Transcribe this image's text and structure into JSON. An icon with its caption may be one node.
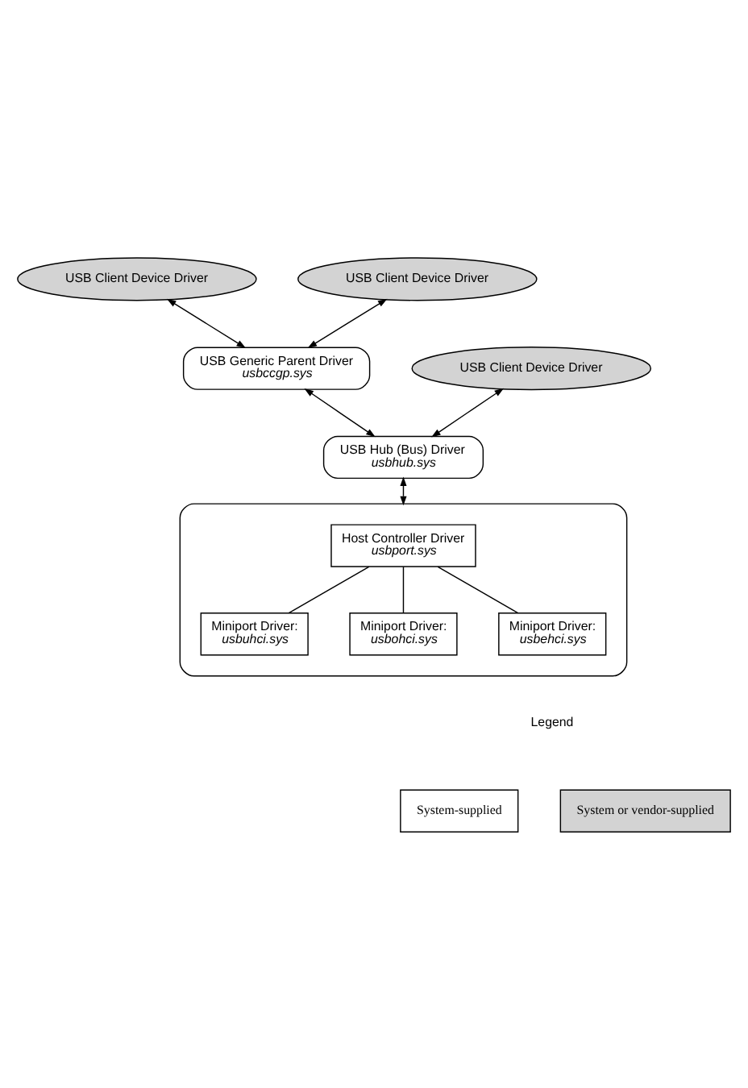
{
  "diagram": {
    "nodes": [
      {
        "text": [
          "USB Client Device Driver"
        ]
      },
      {
        "text": [
          "USB Client Device Driver"
        ]
      },
      {
        "text": [
          "USB Client Device Driver"
        ]
      },
      {
        "text": [
          "USB Generic Parent Driver",
          "usbccgp.sys"
        ]
      },
      {
        "text": [
          "USB Hub (Bus) Driver",
          "usbhub.sys"
        ]
      },
      {
        "text": [],
        "shape": "box"
      },
      {
        "text": [
          "Host Controller Driver",
          "usbport.sys"
        ],
        "in": 5
      },
      {
        "text": [
          "Miniport Driver:",
          "usbuhci.sys"
        ],
        "in": 5
      },
      {
        "text": [
          "Miniport Driver:",
          "usbohci.sys"
        ],
        "in": 5
      },
      {
        "text": [
          "Miniport Driver:",
          "usbehci.sys"
        ],
        "in": 5
      }
    ],
    "edges": [
      {
        "from": 0,
        "to": 3,
        "arrow": "both"
      },
      {
        "from": 1,
        "to": 3,
        "arrow": "both"
      },
      {
        "from": 2,
        "to": 4,
        "arrow": "both"
      },
      {
        "from": 3,
        "to": 4,
        "arrow": "both"
      },
      {
        "from": 4,
        "to": 5,
        "arrow": "both"
      },
      {
        "from": 6,
        "to": 7,
        "arrow": "none"
      },
      {
        "from": 6,
        "to": 8,
        "arrow": "none"
      },
      {
        "from": 6,
        "to": 9,
        "arrow": "none"
      }
    ],
    "labels": [
      "Legend"
    ],
    "legend": [
      {
        "text": "System-supplied",
        "color": "#ffffff"
      },
      {
        "text": "System or vendor-supplied",
        "color": "#d3d3d3"
      }
    ]
  }
}
